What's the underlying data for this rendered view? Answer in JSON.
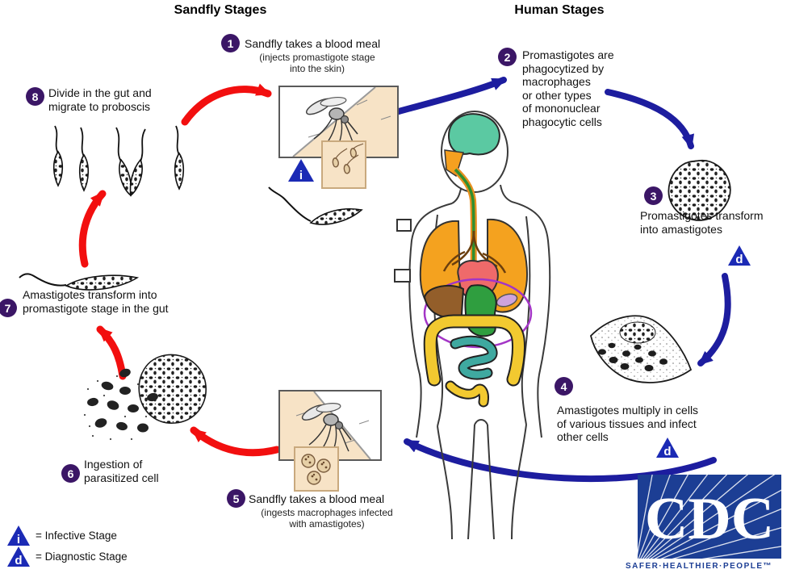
{
  "titles": {
    "left": "Sandfly Stages",
    "right": "Human Stages"
  },
  "steps": [
    {
      "num": "1",
      "text": "Sandfly takes a blood meal",
      "subtext": "(injects promastigote stage\ninto the skin)"
    },
    {
      "num": "2",
      "text": "Promastigotes are\nphagocytized by\nmacrophages\nor other types\nof mononuclear\nphagocytic cells"
    },
    {
      "num": "3",
      "text": "Promastigotes transform\ninto amastigotes"
    },
    {
      "num": "4",
      "text": "Amastigotes multiply in cells\nof various tissues and infect\nother cells"
    },
    {
      "num": "5",
      "text": "Sandfly takes a blood meal",
      "subtext": "(ingests macrophages infected\nwith amastigotes)"
    },
    {
      "num": "6",
      "text": "Ingestion of\nparasitized cell"
    },
    {
      "num": "7",
      "text": "Amastigotes transform into\npromastigote stage in  the gut"
    },
    {
      "num": "8",
      "text": "Divide in the gut and\nmigrate to proboscis"
    }
  ],
  "markers": {
    "infective": "i",
    "diagnostic": "d"
  },
  "legend": [
    {
      "symbol": "i",
      "label": "= Infective Stage"
    },
    {
      "symbol": "d",
      "label": "= Diagnostic Stage"
    }
  ],
  "logo": {
    "acronym": "CDC",
    "tagline": "SAFER·HEALTHIER·PEOPLE™"
  },
  "colors": {
    "red_arrow": "#f20f0f",
    "blue_arrow": "#1d1d9f",
    "step_circle": "#3b1666",
    "marker_triangle": "#1b2ab5",
    "cdc_blue": "#1c3e94",
    "skin_tan": "#f7e3c6"
  }
}
